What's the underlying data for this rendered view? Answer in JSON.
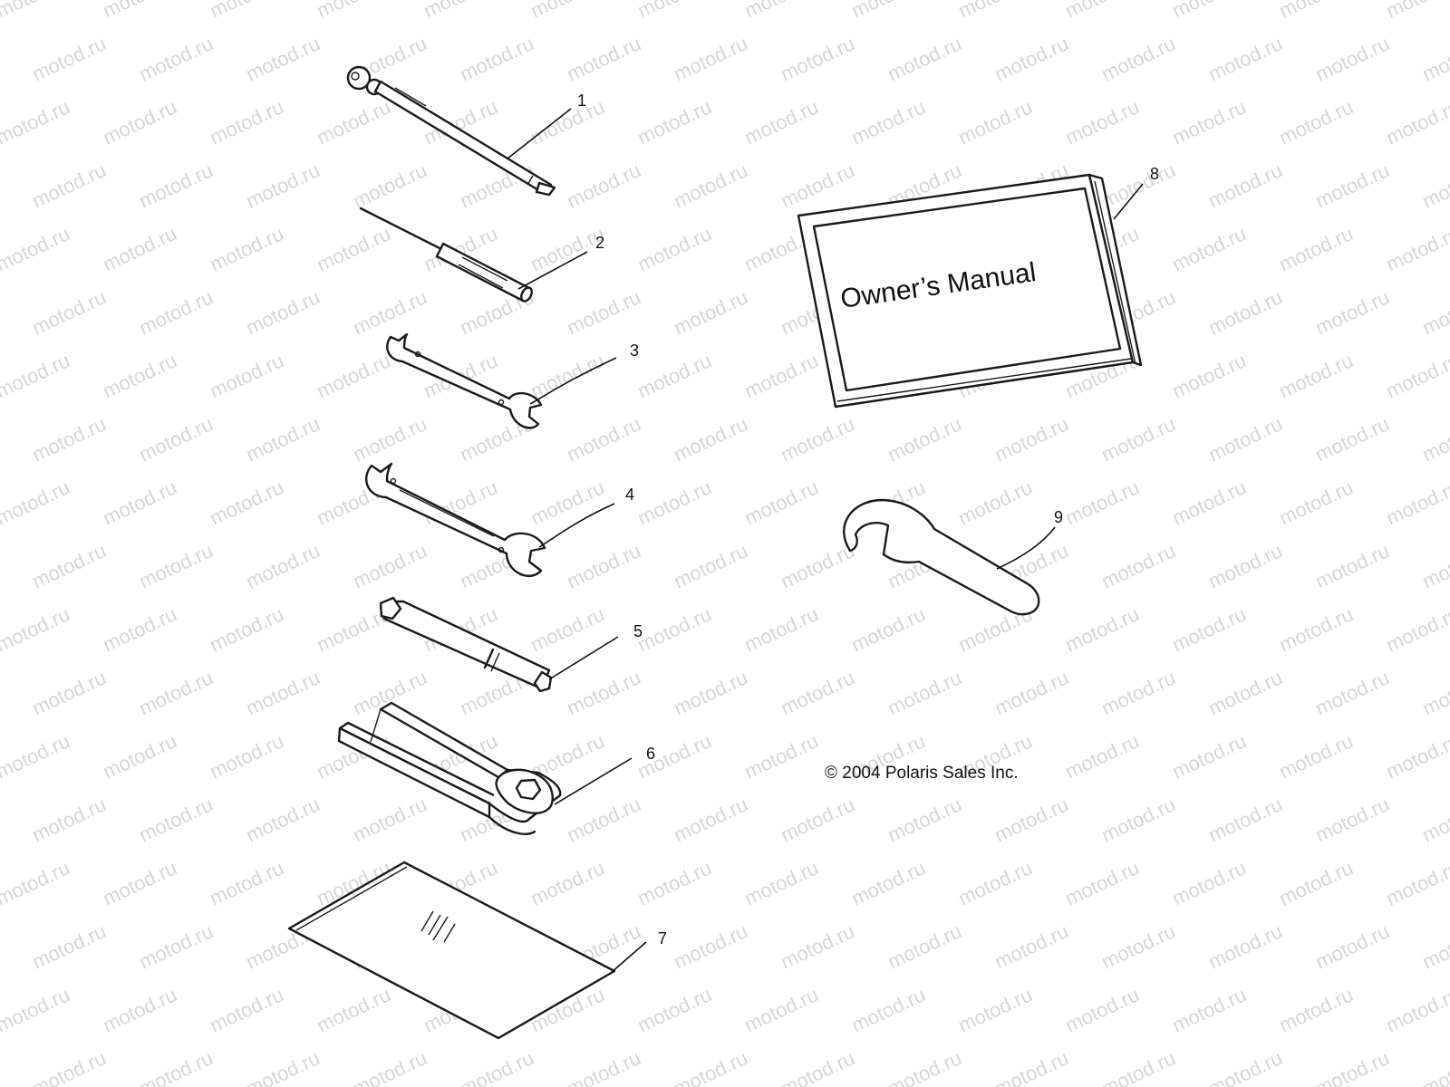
{
  "watermark": "motod.ru",
  "callouts": [
    "1",
    "2",
    "3",
    "4",
    "5",
    "6",
    "7",
    "8",
    "9"
  ],
  "manual_cover_text": "Owner’s Manual",
  "copyright": "© 2004 Polaris Sales Inc."
}
